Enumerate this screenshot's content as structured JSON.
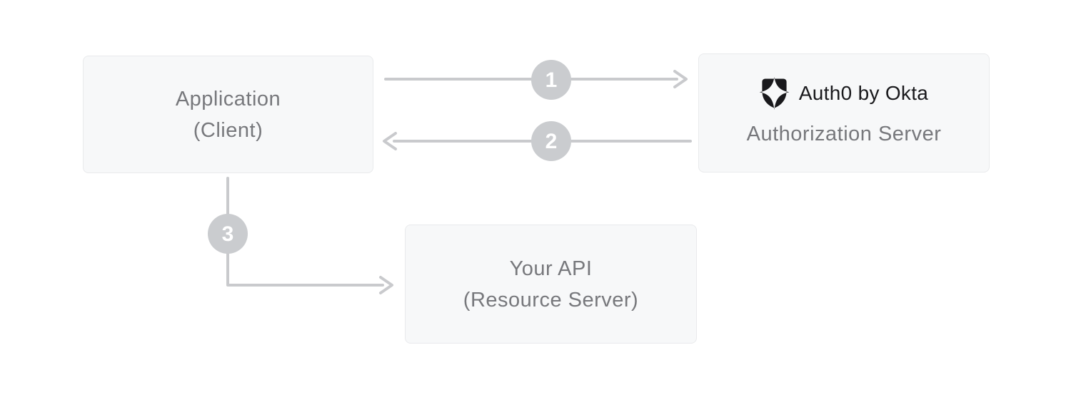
{
  "diagram": {
    "nodes": {
      "application": {
        "line1": "Application",
        "line2": "(Client)"
      },
      "authorization_server": {
        "brand": "Auth0 by Okta",
        "label": "Authorization Server"
      },
      "api": {
        "line1": "Your API",
        "line2": "(Resource Server)"
      }
    },
    "steps": {
      "s1": "1",
      "s2": "2",
      "s3": "3"
    },
    "icons": {
      "auth0_shield": "auth0-shield-icon"
    },
    "colors": {
      "background": "#ffffff",
      "box_bg": "#f7f8f9",
      "box_border": "#e9eaec",
      "box_text": "#77787c",
      "connector": "#c9cacd",
      "step_circle_bg": "#cacccf",
      "step_number": "#ffffff",
      "brand_black": "#19191c"
    }
  }
}
